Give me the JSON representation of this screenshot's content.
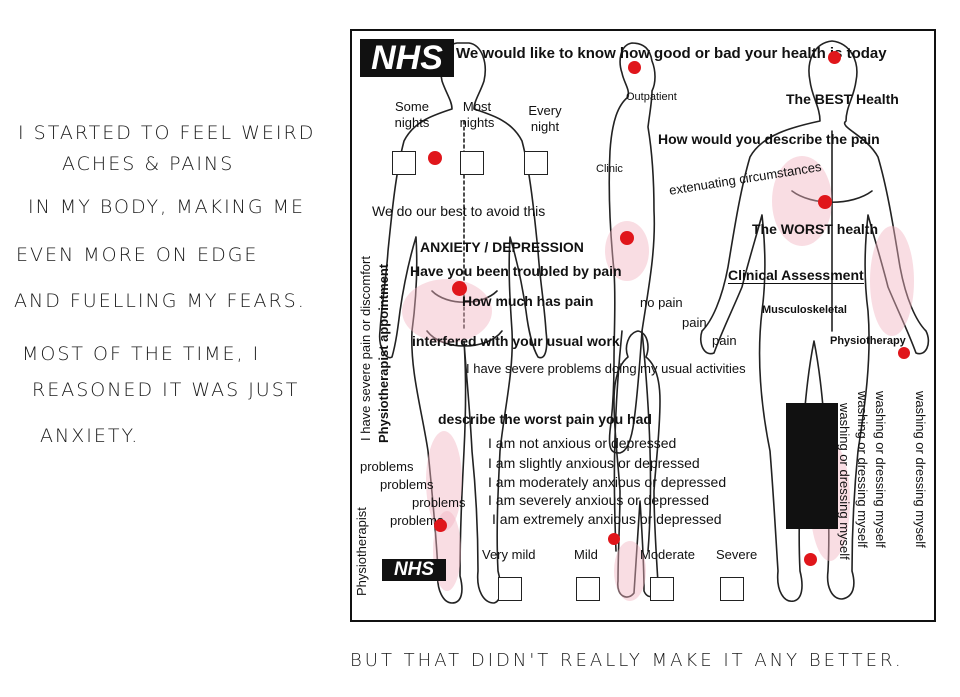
{
  "narration": {
    "left_lines": [
      "I STARTED TO FEEL WEIRD",
      "ACHES & PAINS",
      "IN MY BODY, MAKING ME",
      "EVEN MORE ON EDGE",
      "AND FUELLING MY FEARS.",
      "MOST OF THE TIME, I",
      "REASONED IT WAS JUST",
      "ANXIETY."
    ],
    "bottom_line": "BUT THAT DIDN'T REALLY MAKE IT ANY BETTER."
  },
  "collage": {
    "nhs_logo": "NHS",
    "nhs_logo_small": "NHS",
    "headline": "We would like to know how good or bad your health is today",
    "some_nights": "Some nights",
    "most_nights": "Most nights",
    "every_night": "Every night",
    "outpatient": "Outpatient",
    "best_health": "The BEST Health",
    "describe_pain": "How would you describe the pain",
    "clinic": "Clinic",
    "extenuating": "extenuating circumstances",
    "we_do_our_best": "We do our best to avoid this",
    "worst_health": "The WORST health",
    "anxiety_depression": "ANXIETY / DEPRESSION",
    "troubled_by_pain": "Have you been troubled by pain",
    "clinical_assessment": "Clinical Assessment",
    "how_much_pain": "How much has pain",
    "no_pain": "no pain",
    "musculoskeletal": "Musculoskeletal",
    "pain_1": "pain",
    "pain_2": "pain",
    "physiotherapy": "Physiotherapy",
    "interfered_work": "interfered with your usual work",
    "severe_problems": "I have severe problems doing my usual activities",
    "worst_pain": "describe the worst pain you had",
    "anxiety_options": [
      "I am not anxious or depressed",
      "I am slightly anxious or depressed",
      "I am moderately anxious or depressed",
      "I am severely anxious or depressed",
      "I am extremely anxious or depressed"
    ],
    "problems": [
      "problems",
      "problems",
      "problems",
      "problems"
    ],
    "severity": [
      "Very mild",
      "Mild",
      "Moderate",
      "Severe"
    ],
    "vertical_left": [
      "I have severe pain or discomfort",
      "Physiotherapist appointment",
      "Physiotherapist"
    ],
    "vertical_right": [
      "washing or dressing myself",
      "washing or dressing myself",
      "washing or dressing myself",
      "washing or dressing myself"
    ]
  },
  "colors": {
    "pain_dot": "#e0161b",
    "ink": "#111111",
    "blush": "#f2b3c0"
  }
}
